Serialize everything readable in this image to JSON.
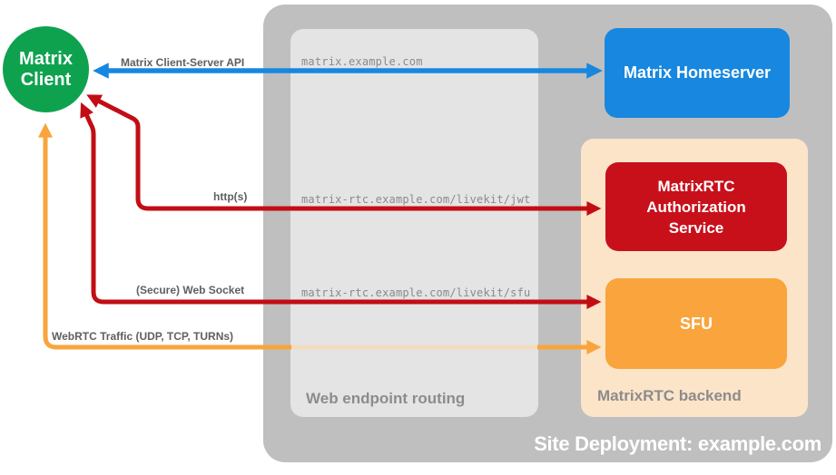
{
  "page": {
    "background": "#ffffff"
  },
  "client": {
    "name": "Matrix Client",
    "lines": [
      "Matrix",
      "Client"
    ],
    "color": "#0ea24f"
  },
  "deployment": {
    "title": "Site Deployment: example.com",
    "background": "#bfbfbf",
    "web_routing": {
      "label": "Web endpoint routing",
      "background": "#e4e4e4",
      "endpoints": [
        "matrix.example.com",
        "matrix-rtc.example.com/livekit/jwt",
        "matrix-rtc.example.com/livekit/sfu"
      ]
    },
    "homeserver": {
      "label": "Matrix Homeserver",
      "background": "#1787df"
    },
    "backend": {
      "label": "MatrixRTC backend",
      "background": "#fce4c9",
      "auth_service": {
        "label": "MatrixRTC Authorization Service",
        "background": "#c8101b"
      },
      "sfu": {
        "label": "SFU",
        "background": "#f9a43c"
      }
    }
  },
  "connections": [
    {
      "label": "Matrix Client-Server API",
      "color": "#1787df",
      "from": "Matrix Client",
      "to": "Matrix Homeserver",
      "bidirectional": true
    },
    {
      "label": "http(s)",
      "color": "#c20d15",
      "from": "Matrix Client",
      "to": "MatrixRTC Authorization Service",
      "bidirectional": true
    },
    {
      "label": "(Secure) Web Socket",
      "color": "#c20d15",
      "from": "Matrix Client",
      "to": "SFU",
      "bidirectional": true
    },
    {
      "label": "WebRTC Traffic (UDP, TCP, TURNs)",
      "color": "#f9a43c",
      "from": "Matrix Client",
      "to": "SFU",
      "bidirectional": true
    }
  ]
}
